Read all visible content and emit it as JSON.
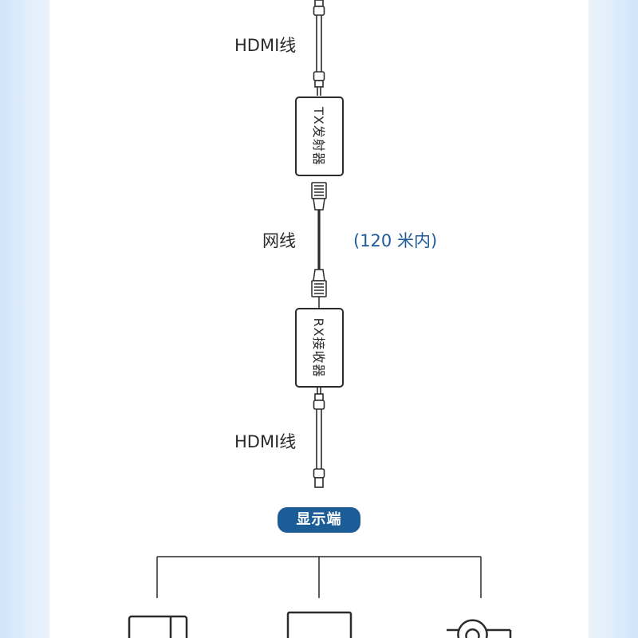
{
  "labels": {
    "hdmi_top": "HDMI线",
    "network_cable": "网线",
    "distance": "(120 米内)",
    "hdmi_bottom": "HDMI线"
  },
  "devices": {
    "tx": "TX发射器",
    "rx": "RX接收器"
  },
  "display_badge": "显示端",
  "colors": {
    "badge": "#1c5d97",
    "distance_text": "#1f5a9a",
    "line": "#2b2b2b"
  }
}
